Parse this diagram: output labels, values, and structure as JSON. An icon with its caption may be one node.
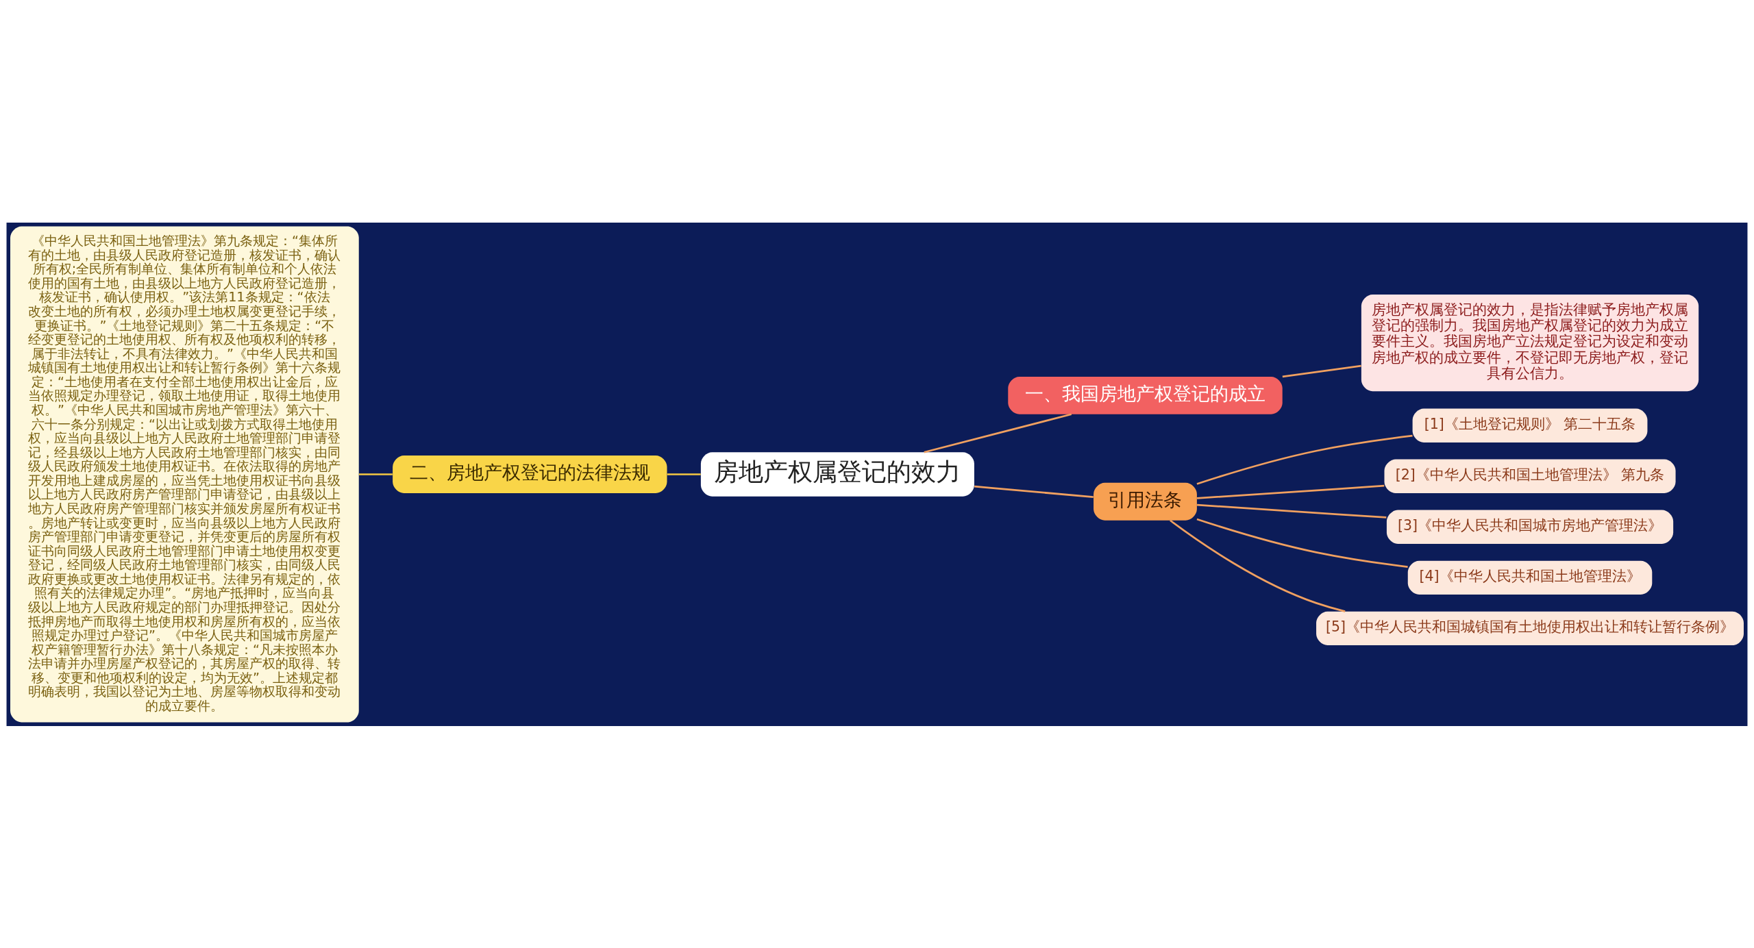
{
  "diagram": {
    "nodes": [
      {
        "text": [
          "房地产权属登记的效力"
        ]
      },
      {
        "text": [
          "一、我国房地产权登记的成立"
        ]
      },
      {
        "text": [
          "房地产权属登记的效力，是指法律赋予房地产权属登记的强制力。我国房地产权属登记的效力为成立要件主义。我国房地产立法规定登记为设定和变动房地产权的成立要件，不登记即无房地产权，登记具有公信力。"
        ]
      },
      {
        "text": [
          "引用法条"
        ]
      },
      {
        "text": [
          "[1]《土地登记规则》 第二十五条"
        ]
      },
      {
        "text": [
          "[2]《中华人民共和国土地管理法》 第九条"
        ]
      },
      {
        "text": [
          "[3]《中华人民共和国城市房地产管理法》"
        ]
      },
      {
        "text": [
          "[4]《中华人民共和国土地管理法》"
        ]
      },
      {
        "text": [
          "[5]《中华人民共和国城镇国有土地使用权出让和转让暂行条例》"
        ]
      },
      {
        "text": [
          "二、房地产权登记的法律法规"
        ]
      },
      {
        "text": [
          "《中华人民共和国土地管理法》第九条规定：“集体所有的土地，由县级人民政府登记造册，核发证书，确认所有权;全民所有制单位、集体所有制单位和个人依法使用的国有土地，由县级以上地方人民政府登记造册，核发证书，确认使用权。”该法第11条规定：“依法改变土地的所有权，必须办理土地权属变更登记手续，更换证书。”《土地登记规则》第二十五条规定：“不经变更登记的土地使用权、所有权及他项权利的转移，属于非法转让，不具有法律效力。”《中华人民共和国城镇国有土地使用权出让和转让暂行条例》第十六条规定：“土地使用者在支付全部土地使用权出让金后，应当依照规定办理登记，领取土地使用证，取得土地使用权。”《中华人民共和国城市房地产管理法》第六十、六十一条分别规定：“以出让或划拨方式取得土地使用权，应当向县级以上地方人民政府土地管理部门申请登记，经县级以上地方人民政府土地管理部门核实，由同级人民政府颁发土地使用权证书。在依法取得的房地产开发用地上建成房屋的，应当凭土地使用权证书向县级以上地方人民政府房产管理部门申请登记，由县级以上地方人民政府房产管理部门核实并颁发房屋所有权证书。房地产转让或变更时，应当向县级以上地方人民政府房产管理部门申请变更登记，并凭变更后的房屋所有权证书向同级人民政府土地管理部门申请土地使用权变更登记，经同级人民政府土地管理部门核实，由同级人民政府更换或更改土地使用权证书。法律另有规定的，依照有关的法律规定办理”。“房地产抵押时，应当向县级以上地方人民政府规定的部门办理抵押登记。因处分抵押房地产而取得土地使用权和房屋所有权的，应当依照规定办理过户登记”。《中华人民共和国城市房屋产权产籍管理暂行办法》第十八条规定：“凡未按照本办法申请并办理房屋产权登记的，其房屋产权的取得、转移、变更和他项权利的设定，均为无效”。上述规定都明确表明，我国以登记为土地、房屋等物权取得和变动的成立要件。"
        ]
      }
    ],
    "edges": [
      {
        "from": 0,
        "to": 1,
        "arrow": "none"
      },
      {
        "from": 1,
        "to": 2,
        "arrow": "none"
      },
      {
        "from": 0,
        "to": 3,
        "arrow": "none"
      },
      {
        "from": 3,
        "to": 4,
        "arrow": "none"
      },
      {
        "from": 3,
        "to": 5,
        "arrow": "none"
      },
      {
        "from": 3,
        "to": 6,
        "arrow": "none"
      },
      {
        "from": 3,
        "to": 7,
        "arrow": "none"
      },
      {
        "from": 3,
        "to": 8,
        "arrow": "none"
      },
      {
        "from": 0,
        "to": 9,
        "arrow": "none",
        "color": "#f5c842"
      },
      {
        "from": 9,
        "to": 10,
        "arrow": "none",
        "color": "#f5c842"
      }
    ]
  }
}
